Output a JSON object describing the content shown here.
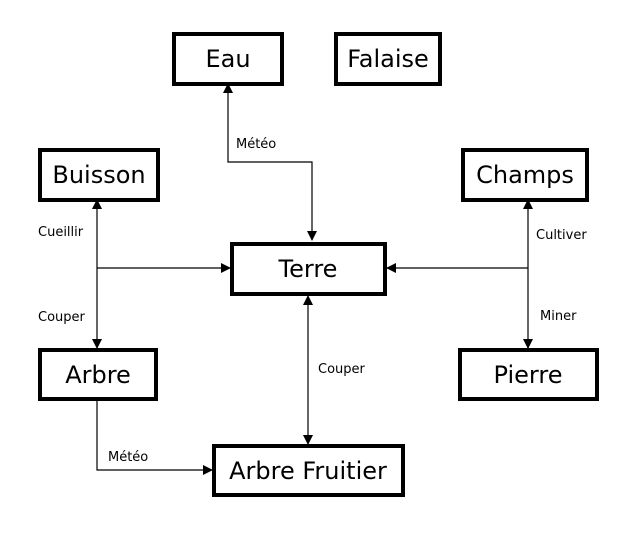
{
  "nodes": {
    "eau": "Eau",
    "falaise": "Falaise",
    "buisson": "Buisson",
    "champs": "Champs",
    "terre": "Terre",
    "arbre": "Arbre",
    "pierre": "Pierre",
    "arbre_fruitier": "Arbre Fruitier"
  },
  "edges": {
    "meteo_eau": "Météo",
    "cueillir": "Cueillir",
    "cultiver": "Cultiver",
    "couper_arbre": "Couper",
    "miner": "Miner",
    "couper_fruitier": "Couper",
    "meteo_fruitier": "Météo"
  }
}
